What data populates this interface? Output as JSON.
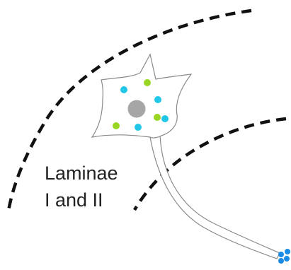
{
  "label": {
    "line1": "Laminae",
    "line2": "I and II"
  },
  "colors": {
    "boundary_dash": "#111111",
    "neuron_outline": "#8a8a8a",
    "neuron_fill": "#ffffff",
    "nucleus": "#a6a6a6",
    "dot_cyan": "#22c7e8",
    "dot_lime": "#99d623",
    "terminal_blue": "#1a8ce8"
  },
  "icons": {
    "neuron": "neuron-cell-icon",
    "nucleus": "nucleus-icon",
    "terminal": "axon-terminal-cluster-icon"
  },
  "counts": {
    "cyan_dots": 4,
    "lime_dots": 3,
    "terminal_dots": 4
  }
}
